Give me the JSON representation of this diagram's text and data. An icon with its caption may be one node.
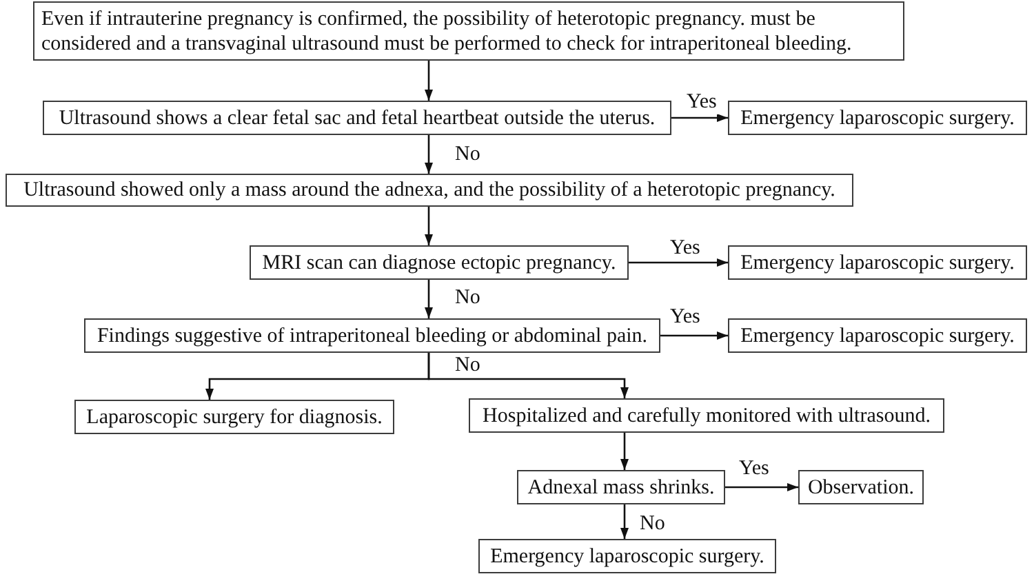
{
  "diagram": {
    "nodes": [
      {
        "text": [
          "Even if intrauterine pregnancy is confirmed, the possibility of heterotopic pregnancy. must be considered and a transvaginal ultrasound must be performed to check for intraperitoneal bleeding."
        ]
      },
      {
        "text": [
          "Ultrasound shows a clear fetal sac and fetal heartbeat outside the uterus."
        ]
      },
      {
        "text": [
          "Emergency laparoscopic surgery."
        ]
      },
      {
        "text": [
          "Ultrasound showed only a mass around the adnexa, and the possibility of a heterotopic pregnancy."
        ]
      },
      {
        "text": [
          "MRI scan can diagnose ectopic pregnancy."
        ]
      },
      {
        "text": [
          "Emergency laparoscopic surgery."
        ]
      },
      {
        "text": [
          "Findings suggestive of intraperitoneal bleeding or abdominal pain."
        ]
      },
      {
        "text": [
          "Emergency laparoscopic surgery."
        ]
      },
      {
        "text": [
          "Laparoscopic surgery for diagnosis."
        ]
      },
      {
        "text": [
          "Hospitalized and carefully monitored with ultrasound."
        ]
      },
      {
        "text": [
          "Adnexal mass shrinks."
        ]
      },
      {
        "text": [
          "Observation."
        ]
      },
      {
        "text": [
          "Emergency laparoscopic surgery."
        ]
      }
    ],
    "edges": [
      {
        "from": 0,
        "to": 1,
        "arrow": "to"
      },
      {
        "from": 1,
        "to": 2,
        "arrow": "to",
        "label": "Yes"
      },
      {
        "from": 1,
        "to": 3,
        "arrow": "to",
        "label": "No"
      },
      {
        "from": 3,
        "to": 4,
        "arrow": "to"
      },
      {
        "from": 4,
        "to": 5,
        "arrow": "to",
        "label": "Yes"
      },
      {
        "from": 4,
        "to": 6,
        "arrow": "to",
        "label": "No"
      },
      {
        "from": 6,
        "to": 7,
        "arrow": "to",
        "label": "Yes"
      },
      {
        "from": 6,
        "to": 8,
        "arrow": "to",
        "label": "No"
      },
      {
        "from": 6,
        "to": 9,
        "arrow": "to"
      },
      {
        "from": 9,
        "to": 10,
        "arrow": "to"
      },
      {
        "from": 10,
        "to": 11,
        "arrow": "to",
        "label": "Yes"
      },
      {
        "from": 10,
        "to": 12,
        "arrow": "to",
        "label": "No"
      }
    ]
  }
}
